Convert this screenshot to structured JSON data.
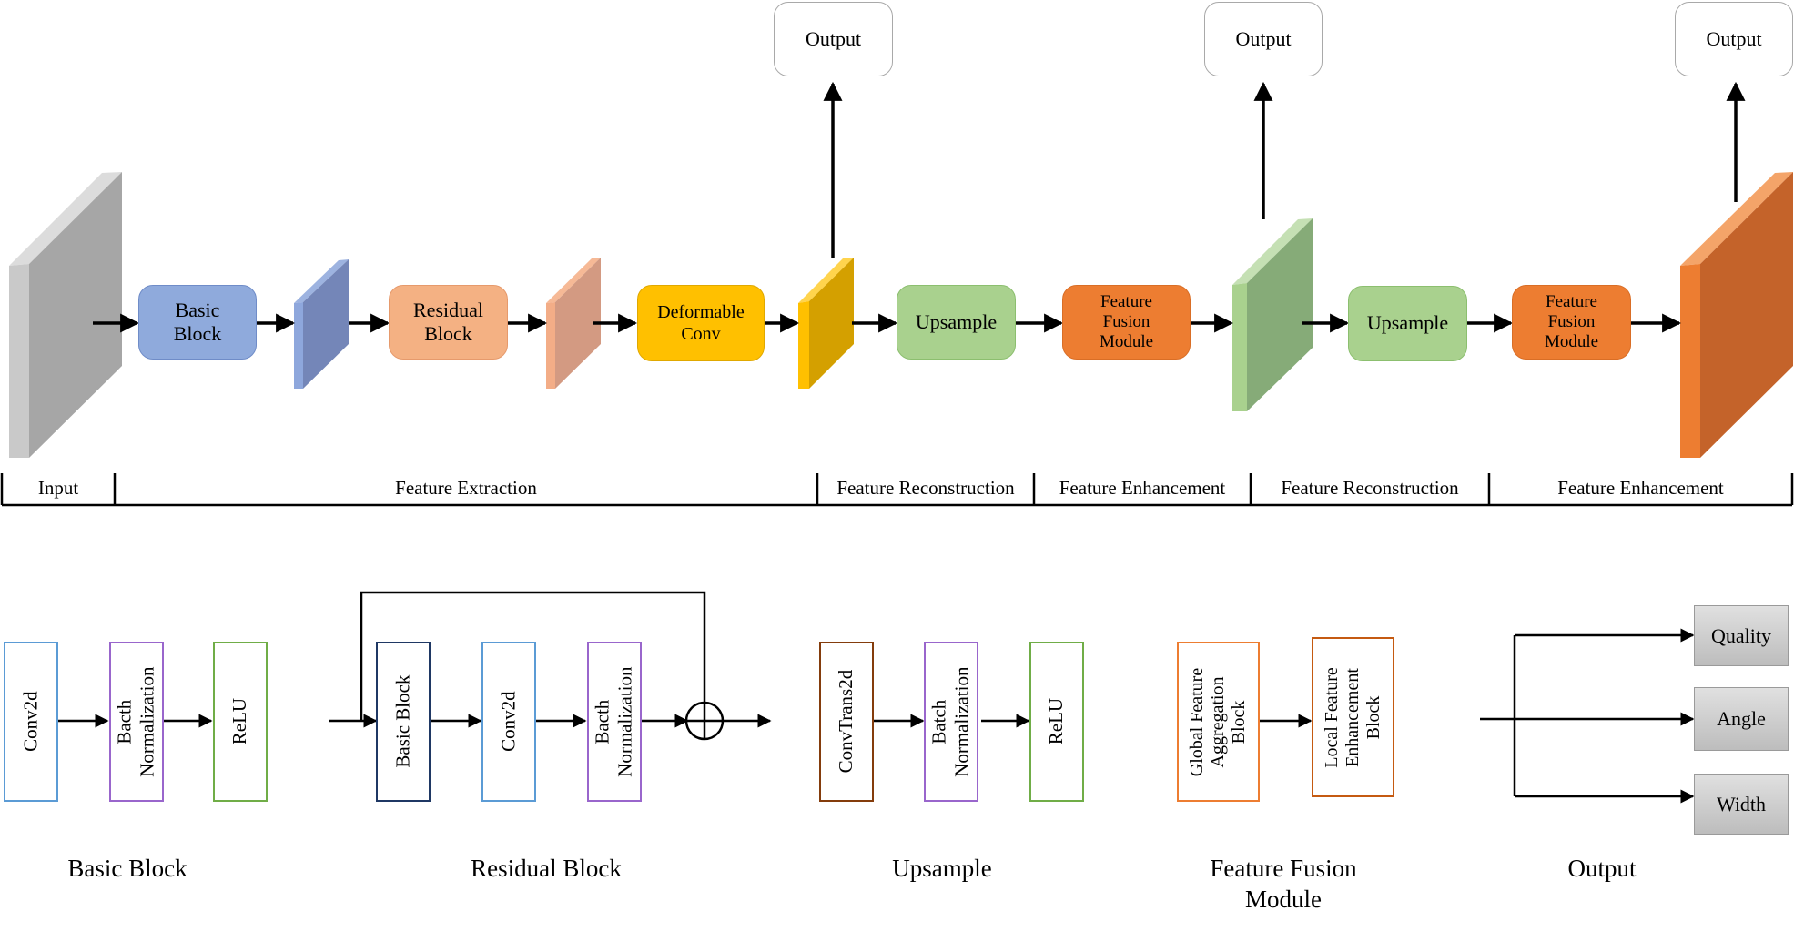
{
  "pipeline": {
    "basic_block": "Basic\nBlock",
    "residual_block": "Residual\nBlock",
    "deformable_conv": "Deformable\nConv",
    "upsample_1": "Upsample",
    "ffm_1": "Feature\nFusion\nModule",
    "upsample_2": "Upsample",
    "ffm_2": "Feature\nFusion\nModule",
    "output_1": "Output",
    "output_2": "Output",
    "output_3": "Output"
  },
  "sections": [
    "Input",
    "Feature Extraction",
    "Feature Reconstruction",
    "Feature Enhancement",
    "Feature Reconstruction",
    "Feature Enhancement"
  ],
  "details": {
    "basic_block": {
      "items": [
        "Conv2d",
        "Bacth\nNormalization",
        "ReLU"
      ],
      "caption": "Basic Block"
    },
    "residual_block": {
      "items": [
        "Basic Block",
        "Conv2d",
        "Bacth\nNormalization"
      ],
      "caption": "Residual Block"
    },
    "upsample": {
      "items": [
        "ConvTrans2d",
        "Batch\nNormalization",
        "ReLU"
      ],
      "caption": "Upsample"
    },
    "feature_fusion": {
      "items": [
        "Global Feature\nAggregation\nBlock",
        "Local Feature\nEnhancement\nBlock"
      ],
      "caption": "Feature Fusion\nModule"
    },
    "output": {
      "items": [
        "Quality",
        "Angle",
        "Width"
      ],
      "caption": "Output"
    }
  },
  "colors": {
    "gray": "#b0b0b0",
    "blue": "#8faadc",
    "salmon": "#f4b183",
    "yellow": "#ffc000",
    "green": "#a9d18e",
    "orange": "#ed7d31",
    "box_blue": "#5b9bd5",
    "box_purple": "#9966cc",
    "box_green": "#70ad47",
    "box_navy": "#1f3864",
    "box_brown": "#843c0c",
    "box_orange": "#ed7d31"
  }
}
